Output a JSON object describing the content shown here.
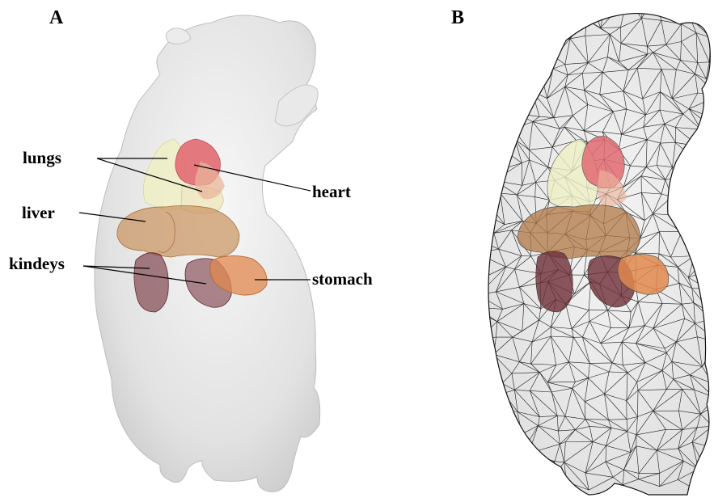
{
  "panels": [
    {
      "letter": "A"
    },
    {
      "letter": "B"
    }
  ],
  "labels": {
    "lungs": "lungs",
    "heart": "heart",
    "liver": "liver",
    "kidneys": "kindeys",
    "stomach": "stomach"
  },
  "colors": {
    "body_fill": "#e4e4e4",
    "lungs": "#eef0c4",
    "heart": "#e26a72",
    "liver": "#c9925e",
    "kidneys": "#7a3a44",
    "stomach": "#e0884e",
    "mesh": "#1a1a1a"
  }
}
